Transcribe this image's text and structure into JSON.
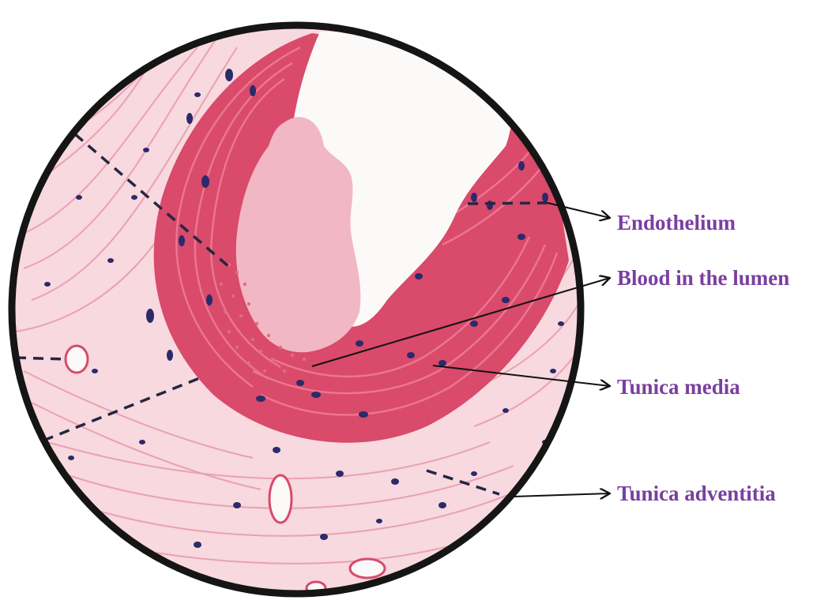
{
  "labels": {
    "endothelium": "Endothelium",
    "blood_in_lumen": "Blood in the lumen",
    "tunica_media": "Tunica media",
    "tunica_adventitia": "Tunica adventitia"
  },
  "colors": {
    "label_text": "#7a3fa0",
    "leader_line": "#111111",
    "adventitia_tissue": "#f7d9df",
    "media_tissue": "#d94a6b",
    "lumen_blood": "#f2b7c4",
    "lumen_empty": "#fbfaf8",
    "nucleus": "#2b2a6b",
    "circle_border": "#151515"
  }
}
